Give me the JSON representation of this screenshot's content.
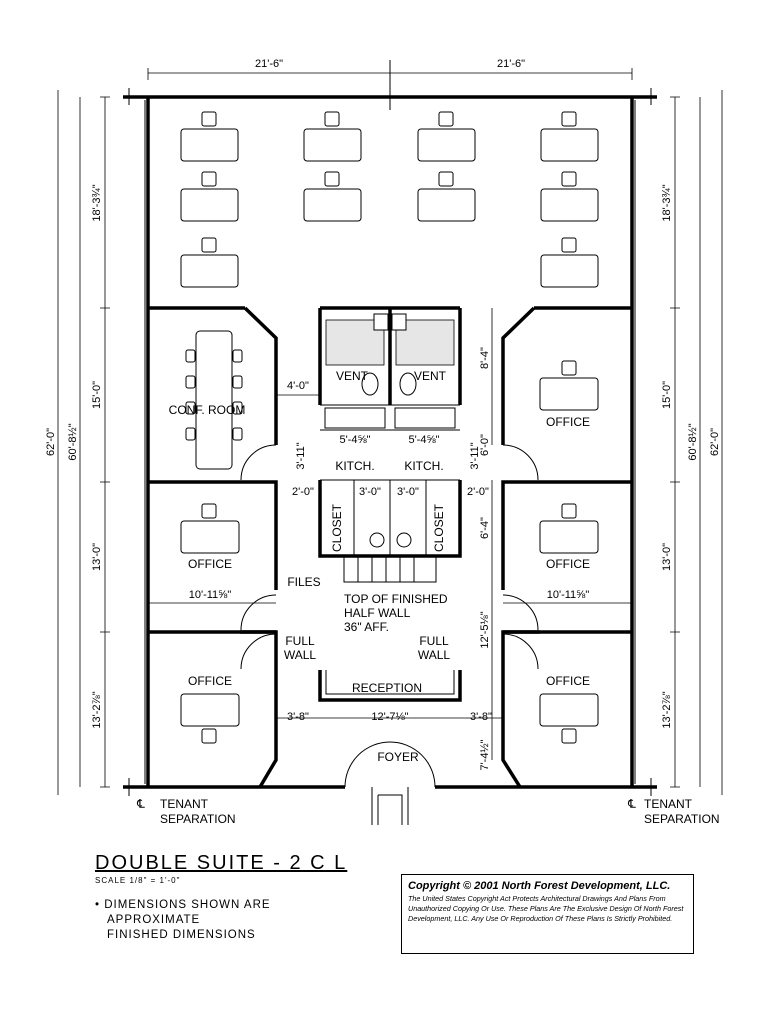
{
  "rooms": {
    "conf_room": "CONF. ROOM",
    "office": "OFFICE",
    "vent": "VENT",
    "kitch": "KITCH.",
    "closet": "CLOSET",
    "files": "FILES",
    "reception": "RECEPTION",
    "foyer": "FOYER",
    "half_wall": [
      "TOP OF FINISHED",
      "HALF WALL",
      "36\" AFF."
    ],
    "full_wall": [
      "FULL",
      "WALL"
    ]
  },
  "dimensions": {
    "top_left": "21'-6\"",
    "top_right": "21'-6\"",
    "side_top": "18'-3¾\"",
    "side_mid": "15'-0\"",
    "side_office": "13'-0\"",
    "side_bottom": "13'-2⅞\"",
    "overall_inner": "60'-8½\"",
    "overall": "62'-0\"",
    "corridor_conf": "4'-0\"",
    "kitch_width": "5'-4⅝\"",
    "kitch_depth": "3'-11\"",
    "closet_side": "2'-0\"",
    "closet_mid": "3'-0\"",
    "restroom": "8'-4\"",
    "kitch_right": "6'-0\"",
    "closet_right": "6'-4\"",
    "office_width": "10'-11⅝\"",
    "corridor": "12'-5⅛\"",
    "reception_side": "3'-8\"",
    "reception_width": "12'-7⅛\"",
    "foyer_depth": "7'-4½\""
  },
  "tenant": {
    "symbol": "℄",
    "line1": "TENANT",
    "line2": "SEPARATION"
  },
  "title_block": {
    "title": "DOUBLE SUITE - 2 C L",
    "scale": "SCALE 1/8\" = 1'-0\"",
    "notes": [
      "• DIMENSIONS SHOWN ARE",
      "APPROXIMATE",
      "FINISHED DIMENSIONS"
    ]
  },
  "copyright": {
    "heading": "Copyright © 2001 North Forest Development, LLC.",
    "body": "The United States Copyright Act Protects Architectural Drawings And Plans From Unauthorized Copying Or Use. These Plans Are The Exclusive Design Of North Forest Development, LLC. Any Use Or Reproduction Of These Plans Is Strictly Prohibited."
  }
}
